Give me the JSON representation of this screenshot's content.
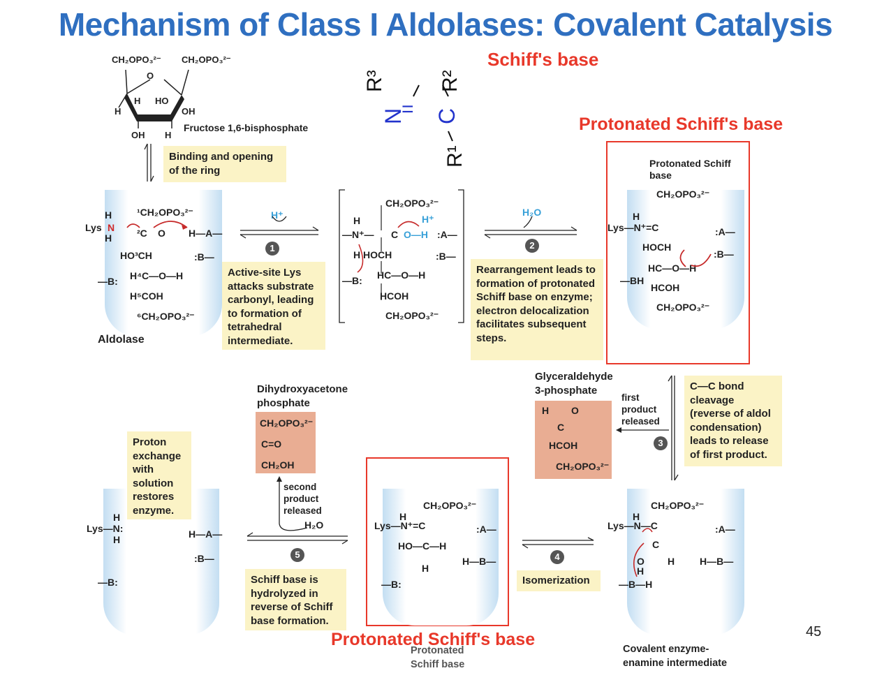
{
  "title": "Mechanism of Class I Aldolases: Covalent Catalysis",
  "page_number": "45",
  "schiff_structure": {
    "label": "Schiff's base",
    "r1": "R¹",
    "r2": "R²",
    "r3": "R³",
    "n": "N",
    "c": "C"
  },
  "red_labels": {
    "protonated_top": "Protonated Schiff's base",
    "protonated_bottom": "Protonated Schiff's base"
  },
  "fructose": {
    "ch2opo3_left": "CH₂OPO₃²⁻",
    "ch2opo3_right": "CH₂OPO₃²⁻",
    "o": "O",
    "h1": "H",
    "ho": "HO",
    "h2": "H",
    "oh1": "OH",
    "oh2": "OH",
    "h3": "H",
    "name": "Fructose 1,6-bisphosphate"
  },
  "notes": {
    "binding": "Binding and opening of the ring",
    "step1": "Active-site Lys attacks substrate carbonyl, leading to formation of tetrahedral intermediate.",
    "step2": "Rearrangement leads to formation of protonated Schiff base on enzyme; electron delocalization facilitates subsequent steps.",
    "step3": "C—C bond cleavage (reverse of aldol condensation) leads to release of first product.",
    "step4": "Isomerization",
    "step5": "Schiff base is hydrolyzed in reverse of Schiff base formation.",
    "proton": "Proton exchange with solution restores enzyme."
  },
  "step_numbers": [
    "1",
    "2",
    "3",
    "4",
    "5"
  ],
  "reagents": {
    "h_plus": "H⁺",
    "h2o_top": "H₂O",
    "h2o_bottom": "H₂O"
  },
  "labels": {
    "aldolase": "Aldolase",
    "protonated_schiff_base_1": "Protonated Schiff base",
    "protonated_schiff_base_2": "Protonated Schiff base",
    "enamine": "Covalent enzyme-enamine intermediate",
    "g3p": "Glyceraldehyde 3-phosphate",
    "dhap": "Dihydroxyacetone phosphate",
    "first_product": "first product released",
    "second_product": "second product released"
  },
  "aldolase_molecule": {
    "lys": "Lys",
    "n": "N",
    "h_top": "H",
    "h_bot": "H",
    "c1": "¹CH₂OPO₃²⁻",
    "c2": "²C",
    "o": "O",
    "c3": "HO³CH",
    "c4": "H⁴C—O—H",
    "c5": "H⁵COH",
    "c6": "⁶CH₂OPO₃²⁻",
    "ha": "H—A—",
    "b1": ":B—",
    "b2": "—B:"
  },
  "intermediate": {
    "ch2": "CH₂OPO₃²⁻",
    "n": "—N⁺—",
    "h": "H",
    "c": "C",
    "oh": "O—H",
    "hplus": "H⁺",
    "a": ":A—",
    "h_hoch": "H  HOCH",
    "b_top": ":B—",
    "b_left": "—B:",
    "hc_oh": "HC—O—H",
    "hcoh": "HCOH",
    "ch2b": "CH₂OPO₃²⁻"
  },
  "schiff1": {
    "ch2": "CH₂OPO₃²⁻",
    "h": "H",
    "lys": "Lys—N⁺=C",
    "a": ":A—",
    "hoch": "HOCH",
    "b": ":B—",
    "hc": "HC—O—H",
    "bh": "—BH",
    "hcoh": "HCOH",
    "ch2b": "CH₂OPO₃²⁻"
  },
  "g3p_mol": {
    "h": "H",
    "o": "O",
    "c": "C",
    "hcoh": "HCOH",
    "ch2": "CH₂OPO₃²⁻"
  },
  "dhap_mol": {
    "ch2": "CH₂OPO₃²⁻",
    "co": "C=O",
    "ch2oh": "CH₂OH"
  },
  "enzyme_free": {
    "h_top": "H",
    "lys": "Lys—N:",
    "h_bot": "H",
    "ha": "H—A—",
    "b": ":B—",
    "b2": "—B:"
  },
  "schiff2": {
    "ch2": "CH₂OPO₃²⁻",
    "h": "H",
    "lys": "Lys—N⁺=C",
    "a": ":A—",
    "hoc": "HO—C—H",
    "hb": "H—B—",
    "h2": "H",
    "b": "—B:"
  },
  "enamine_mol": {
    "ch2": "CH₂OPO₃²⁻",
    "h": "H",
    "lys": "Lys—N—C",
    "a": ":A—",
    "c": "C",
    "o": "O",
    "h1": "H",
    "h2": "H",
    "hb": "H—B—",
    "bh": "—B—H"
  }
}
